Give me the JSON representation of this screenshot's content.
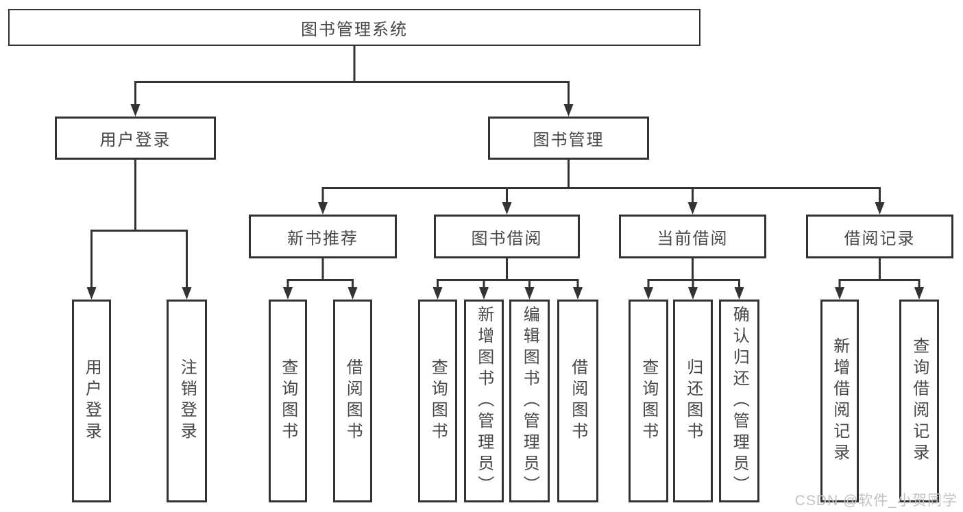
{
  "diagram": {
    "title_node": "图书管理系统",
    "root": {
      "label": "图书管理系统"
    },
    "branches": [
      {
        "label": "用户登录",
        "children": [
          {
            "label": "用户登录"
          },
          {
            "label": "注销登录"
          }
        ]
      },
      {
        "label": "图书管理",
        "children": [
          {
            "label": "新书推荐",
            "children": [
              {
                "label": "查询图书"
              },
              {
                "label": "借阅图书"
              }
            ]
          },
          {
            "label": "图书借阅",
            "children": [
              {
                "label": "查询图书"
              },
              {
                "label": "新增图书（管理员）"
              },
              {
                "label": "编辑图书（管理员）"
              },
              {
                "label": "借阅图书"
              }
            ]
          },
          {
            "label": "当前借阅",
            "children": [
              {
                "label": "查询图书"
              },
              {
                "label": "归还图书"
              },
              {
                "label": "确认归还（管理员）"
              }
            ]
          },
          {
            "label": "借阅记录",
            "children": [
              {
                "label": "新增借阅记录"
              },
              {
                "label": "查询借阅记录"
              }
            ]
          }
        ]
      }
    ]
  },
  "watermark": "CSDN @软件_小贺同学",
  "colors": {
    "line": "#333333",
    "box_border": "#333333",
    "text": "#474747",
    "background": "#ffffff",
    "watermark": "#c2c2c2"
  }
}
